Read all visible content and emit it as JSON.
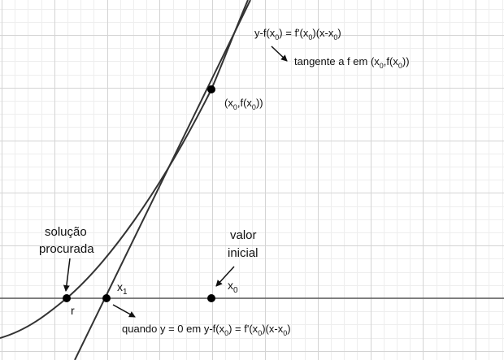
{
  "colors": {
    "background": "#ffffff",
    "grid_minor": "#eeeeee",
    "grid_major": "#d4d4d4",
    "axis": "#444444",
    "curve": "#333333",
    "point": "#000000",
    "text": "#111111"
  },
  "labels": {
    "tangent_eq": {
      "a": "y-f(x",
      "b": "0",
      "c": ") = f'(x",
      "d": "0",
      "e": ")(x-x",
      "f": "0",
      "g": ")"
    },
    "tangent_desc": {
      "a": "tangente a f em (x",
      "b": "0",
      "c": ",f(x",
      "d": "0",
      "e": "))"
    },
    "tangent_point": {
      "a": "(x",
      "b": "0",
      "c": ",f(x",
      "d": "0",
      "e": "))"
    },
    "solution_line1": "solução",
    "solution_line2": "procurada",
    "root_label": "r",
    "initial_line1": "valor",
    "initial_line2": "inicial",
    "x1": {
      "a": "x",
      "b": "1"
    },
    "x0": {
      "a": "x",
      "b": "0"
    },
    "bottom_eq": {
      "a": "quando y = 0 em y-f(x",
      "b": "0",
      "c": ") = f'(x",
      "d": "0",
      "e": ")(x-x",
      "f": "0",
      "g": ")"
    }
  },
  "icons": [
    "arrow-icon",
    "arrow-icon",
    "arrow-icon",
    "arrow-icon"
  ]
}
